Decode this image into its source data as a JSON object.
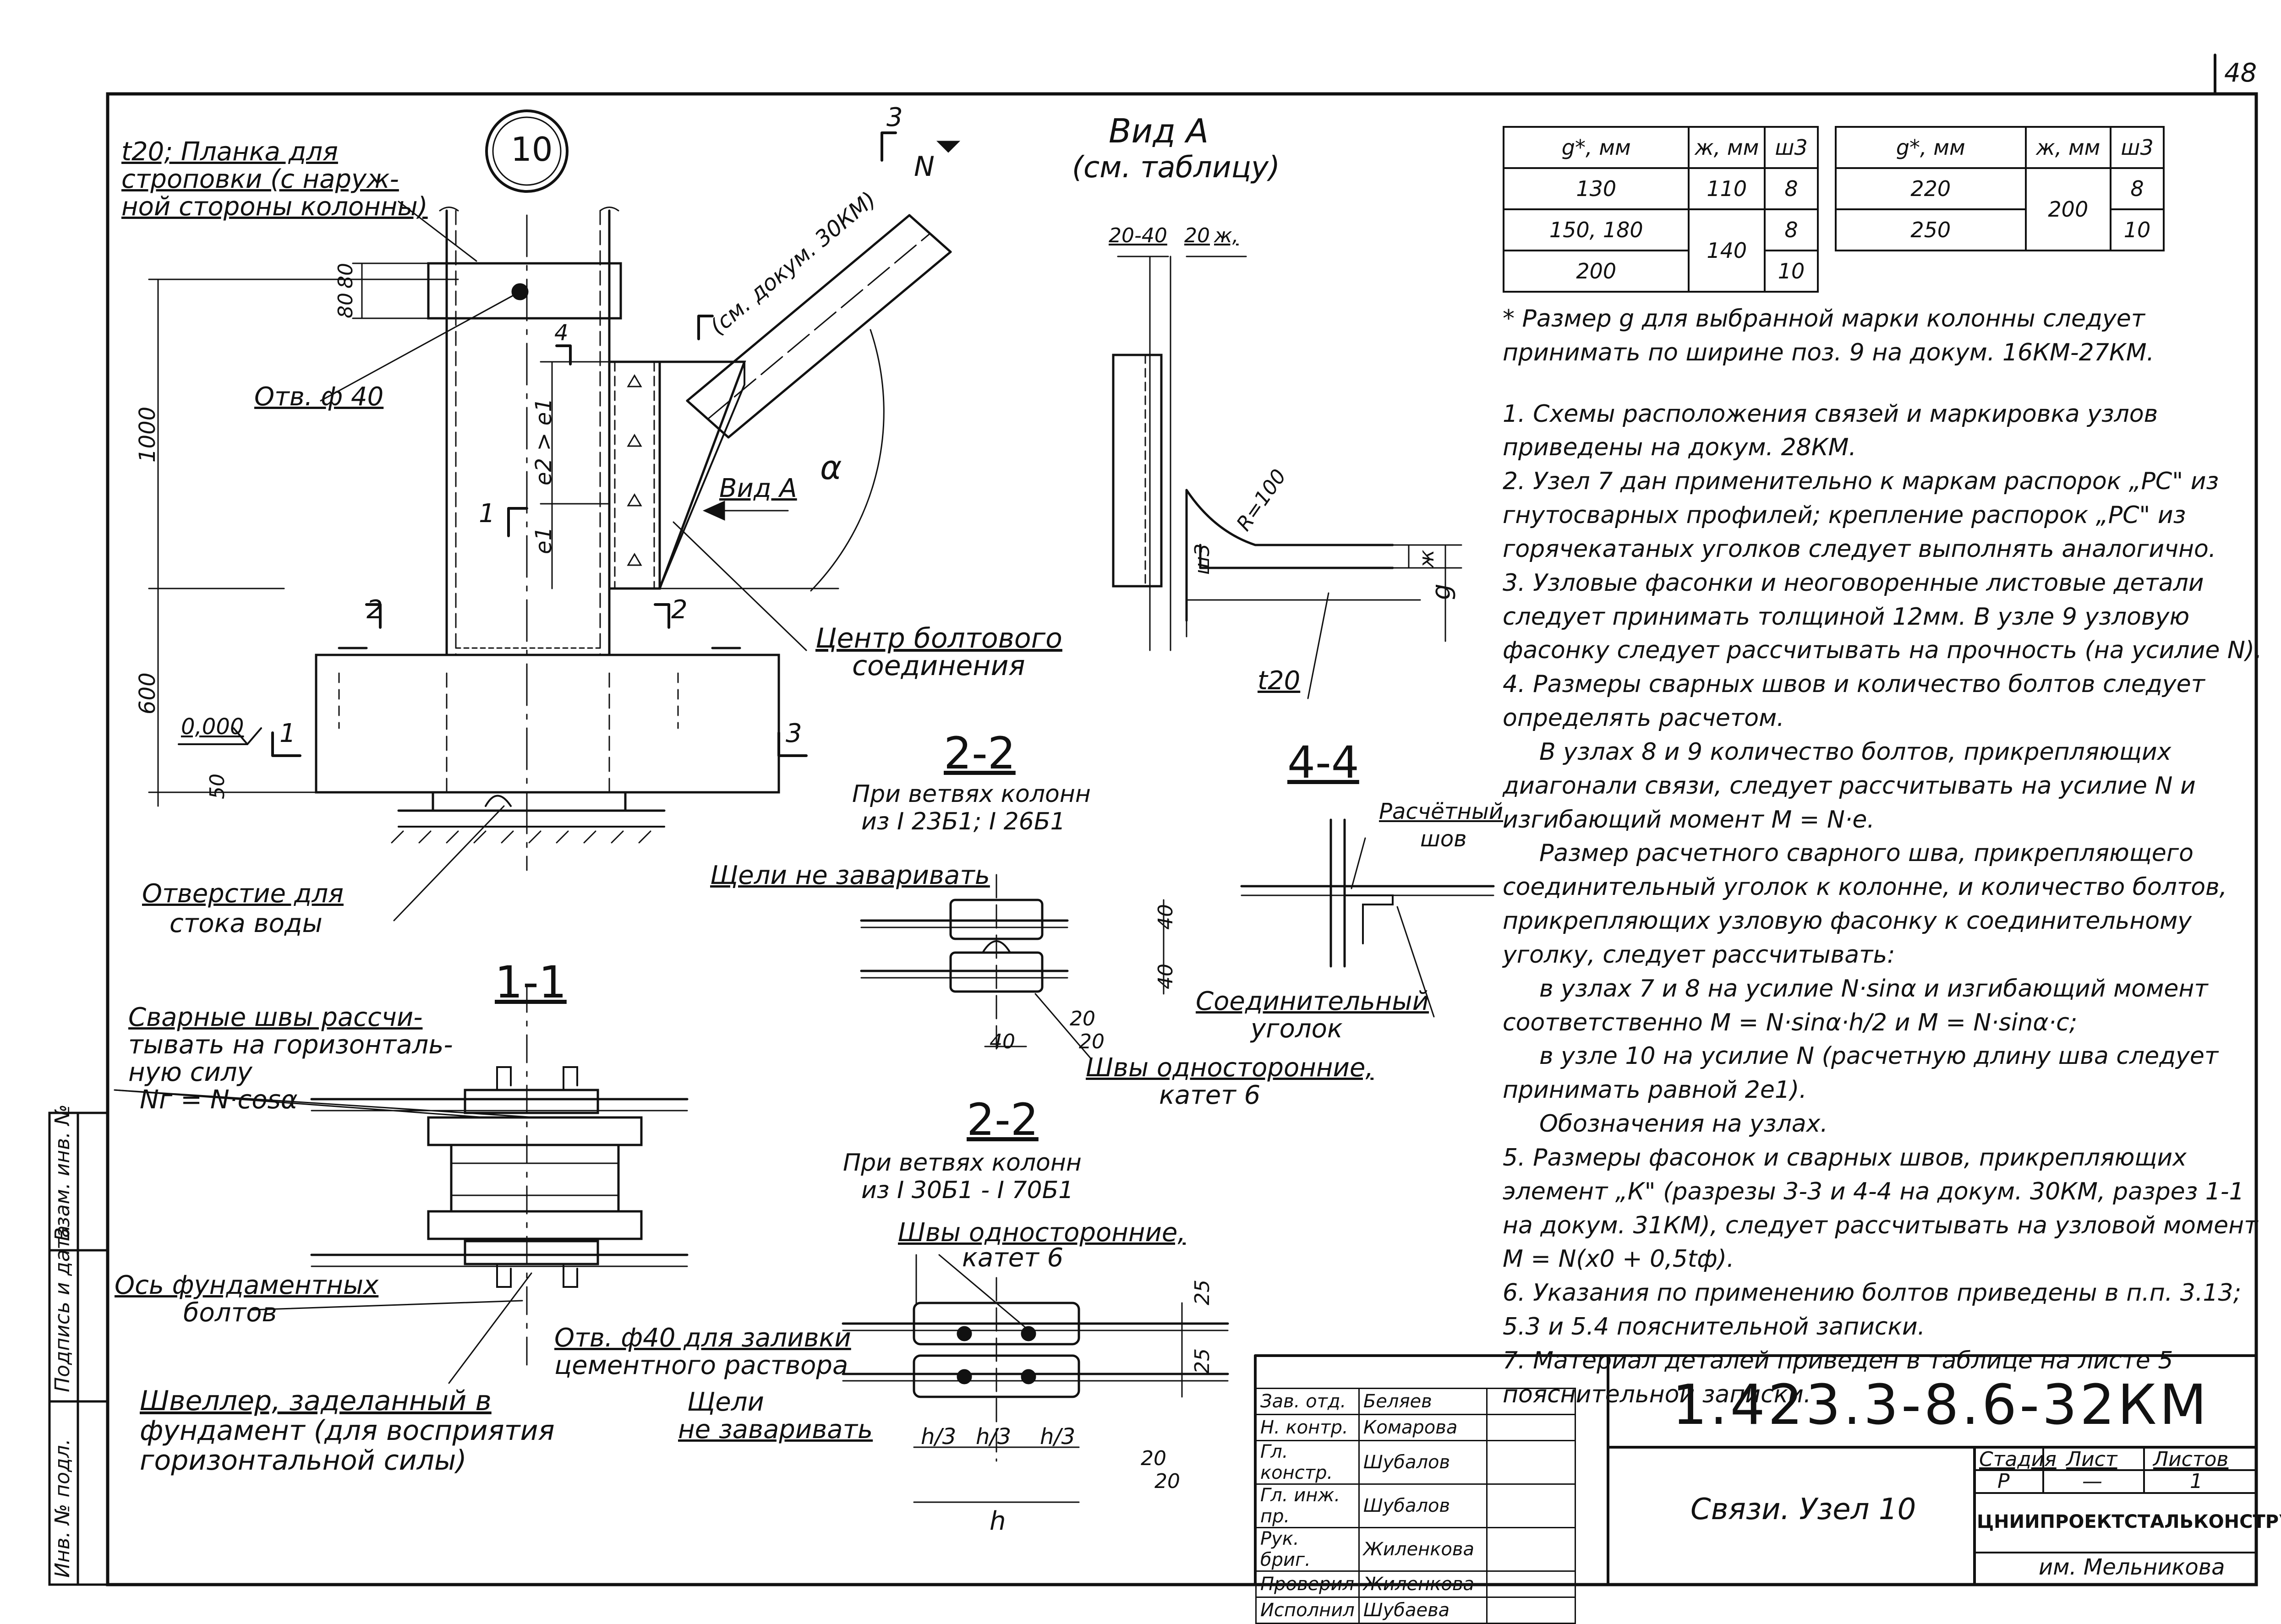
{
  "sheet": {
    "number": "48",
    "node_number": "10"
  },
  "side_stamp": [
    "Инв. № подл.",
    "Подпись и дата",
    "Взам. инв. №"
  ],
  "labels": {
    "plate": [
      "t20; Планка для",
      "строповки (с наруж-",
      "ной стороны колонны)"
    ],
    "hole_40": "Отв. ф 40",
    "view_a_title": "Вид А",
    "view_a_sub": "(см. таблицу)",
    "view_a_arrow": "Вид А",
    "bolt_center": [
      "Центр болтового",
      "соединения"
    ],
    "bolt_ref": "(см. докум. 30КМ)",
    "force_n": "N",
    "alpha": "α",
    "dim_1000": "1000",
    "dim_600": "600",
    "dim_50": "50",
    "dim_80a": "80",
    "dim_80b": "80",
    "dim_e1": "e1",
    "dim_e2": "e2 > e1",
    "level": "0,000",
    "cut_marks": [
      "1",
      "1",
      "2",
      "2",
      "3",
      "3",
      "4"
    ],
    "water_hole": [
      "Отверстие для",
      "стока воды"
    ],
    "t20": "t20",
    "dims_va": [
      "20-40",
      "20",
      "ж,",
      "ж",
      "g",
      "ш3",
      "R=100"
    ],
    "sec11_title": "1-1",
    "weld_calc": [
      "Сварные швы рассчи-",
      "тывать на горизонталь-",
      "ную силу",
      "Nг = N·cosα"
    ],
    "found_axis": [
      "Ось фундаментных",
      "болтов"
    ],
    "channel": [
      "Швеллер, заделанный в",
      "фундамент (для восприятия",
      "горизонтальной силы)"
    ],
    "sec22a_title": "2-2",
    "sec22a_sub": [
      "При ветвях колонн",
      "из I 23Б1; I 26Б1"
    ],
    "slots_no_weld": "Щели не заваривать",
    "single_welds": [
      "Швы односторонние,",
      "катет 6"
    ],
    "dims_22a": [
      "40",
      "40",
      "40",
      "20",
      "20"
    ],
    "sec22b_title": "2-2",
    "sec22b_sub": [
      "При ветвях колонн",
      "из I 30Б1 - I 70Б1"
    ],
    "single_welds_b": [
      "Швы односторонние,",
      "катет 6"
    ],
    "hole_cement": [
      "Отв. ф40 для заливки",
      "цементного раствора"
    ],
    "slots_b": [
      "Щели",
      "не заваривать"
    ],
    "dims_22b": [
      "25",
      "25",
      "h/3",
      "h/3",
      "h/3",
      "h",
      "20",
      "20"
    ],
    "sec44_title": "4-4",
    "calc_weld": [
      "Расчётный",
      "шов"
    ],
    "conn_angle": [
      "Соединительный",
      "уголок"
    ]
  },
  "table_left": {
    "headers": [
      "g*, мм",
      "ж, мм",
      "ш3"
    ],
    "rows": [
      [
        "130",
        "110",
        "8"
      ],
      [
        "150, 180",
        "140",
        "8"
      ],
      [
        "200",
        "",
        "10"
      ]
    ]
  },
  "table_right": {
    "headers": [
      "g*, мм",
      "ж, мм",
      "ш3"
    ],
    "rows": [
      [
        "220",
        "200",
        "8"
      ],
      [
        "250",
        "",
        "10"
      ]
    ]
  },
  "notes": [
    "* Размер g для выбранной марки колонны следует принимать по ширине поз. 9 на докум. 16КМ-27КМ.",
    "1. Схемы расположения связей и маркировка узлов приведены на докум. 28КМ.",
    "2. Узел 7 дан применительно к маркам распорок „РС\" из гнутосварных профилей; крепление распорок „РС\" из горячекатаных уголков следует выполнять аналогично.",
    "3. Узловые фасонки и неоговоренные листовые детали следует принимать толщиной 12мм. В узле 9 узловую фасонку следует рассчитывать на прочность (на усилие N).",
    "4. Размеры сварных швов и количество болтов следует определять расчетом.",
    "В узлах 8 и 9 количество болтов, прикрепляющих диагонали связи, следует рассчитывать на усилие N и изгибающий момент M = N·e.",
    "Размер расчетного сварного шва, прикрепляющего соединительный уголок к колонне, и количество болтов, прикрепляющих узловую фасонку к соединительному уголку, следует рассчитывать:",
    "в узлах 7 и 8 на усилие N·sinα и изгибающий момент соответственно M = N·sinα·h/2 и M = N·sinα·c;",
    "в узле 10 на усилие N (расчетную длину шва следует принимать равной 2e1).",
    "Обозначения на узлах.",
    "5. Размеры фасонок и сварных швов, прикрепляющих элемент „К\" (разрезы 3-3 и 4-4 на докум. 30КМ, разрез 1-1 на докум. 31КМ), следует рассчитывать на узловой момент M = N(x0 + 0,5tф).",
    "6. Указания по применению болтов приведены в п.п. 3.13; 5.3 и 5.4 пояснительной записки.",
    "7. Материал деталей приведен в таблице на листе 5 пояснительной записки."
  ],
  "title_block": {
    "doc_code": "1.423.3-8.6-32КМ",
    "title": "Связи. Узел 10",
    "stage_hdr": "Стадия",
    "sheet_hdr": "Лист",
    "sheets_hdr": "Листов",
    "stage": "Р",
    "sheet": "—",
    "sheets": "1",
    "org": "ЦНИИПРОЕКТСТАЛЬКОНСТРУКЦИЯ",
    "org2": "им. Мельникова",
    "people": [
      [
        "Зав. отд.",
        "Беляев"
      ],
      [
        "Н. контр.",
        "Комарова"
      ],
      [
        "Гл. констр.",
        "Шубалов"
      ],
      [
        "Гл. инж. пр.",
        "Шубалов"
      ],
      [
        "Рук. бриг.",
        "Жиленкова"
      ],
      [
        "Проверил",
        "Жиленкова"
      ],
      [
        "Исполнил",
        "Шубаева"
      ]
    ]
  }
}
